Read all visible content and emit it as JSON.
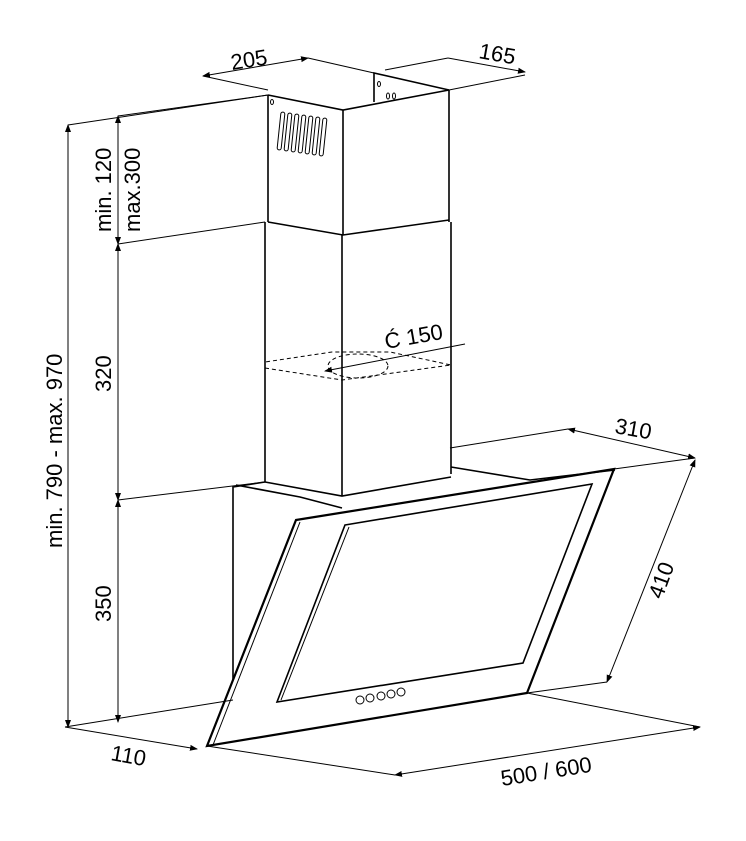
{
  "title": "Cooker hood dimensions",
  "dimensions": {
    "chimney_width": "205",
    "chimney_depth": "165",
    "upper_extension": "min. 120",
    "upper_extension_max": "max.300",
    "chimney_lower": "320",
    "hood_height": "350",
    "total_height": "min. 790 - max. 970",
    "duct_diameter": "Ć 150",
    "hood_depth_top": "310",
    "glass_height": "410",
    "width": "500 / 600",
    "bottom_depth": "110"
  },
  "colors": {
    "line": "#000000",
    "background": "#ffffff"
  }
}
